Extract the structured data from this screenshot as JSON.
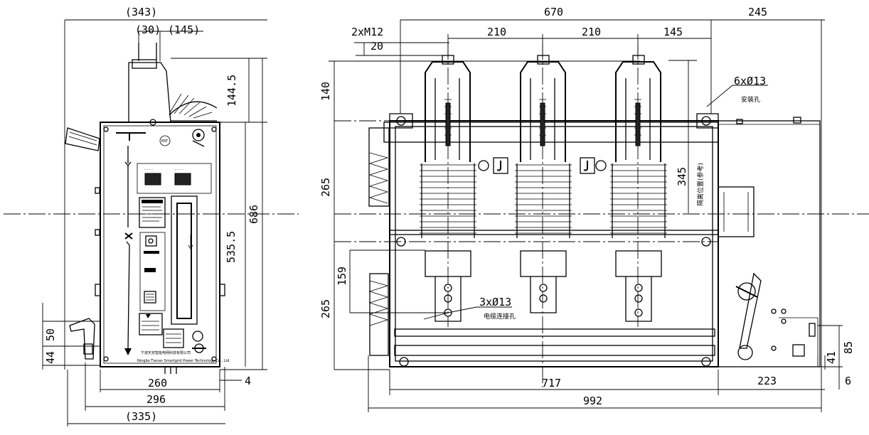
{
  "dimensions": {
    "d343": "(343)",
    "d30": "(30)",
    "d145p": "(145)",
    "d144_5": "144.5",
    "d686": "686",
    "d535_5": "535.5",
    "d50": "50",
    "d44": "44",
    "d260": "260",
    "d296": "296",
    "d335": "(335)",
    "d4": "4",
    "d670": "670",
    "d245": "245",
    "d2xM12": "2xM12",
    "d20": "20",
    "d210a": "210",
    "d210b": "210",
    "d145": "145",
    "d140": "140",
    "d6x13": "6xØ13",
    "d265a": "265",
    "d345": "345",
    "d159": "159",
    "d265b": "265",
    "d3x13": "3xØ13",
    "d717": "717",
    "d992": "992",
    "d223": "223",
    "d85": "85",
    "d41": "41",
    "d6": "6"
  },
  "annotations": {
    "install_hole": "安装孔",
    "cable_hole": "电缆连接孔",
    "isolation_pos": "隔离位置(参考)",
    "company_cn": "宁波天安智能电网科技有限公司",
    "company_en": "Ningbo Tianan Smartgrid Power Technology Co., Ltd"
  }
}
